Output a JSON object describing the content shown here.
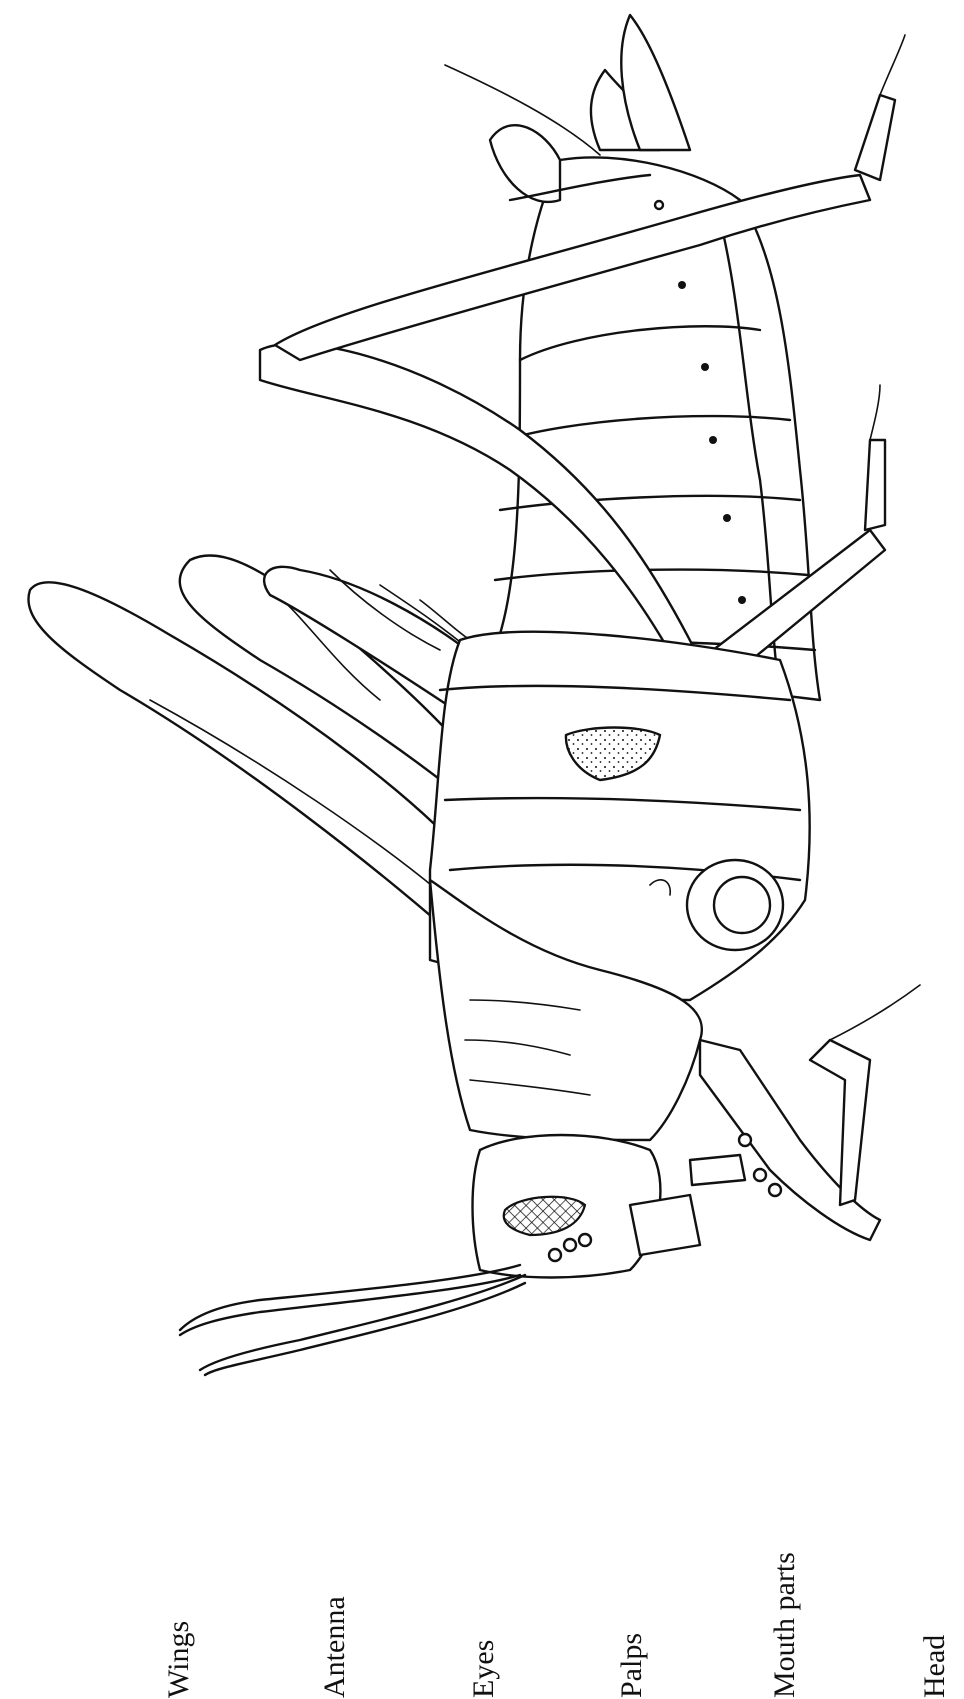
{
  "labels": {
    "wings": "Wings",
    "antenna": "Antenna",
    "eyes": "Eyes",
    "palps": "Palps",
    "mouth_parts": "Mouth parts",
    "head": "Head"
  }
}
